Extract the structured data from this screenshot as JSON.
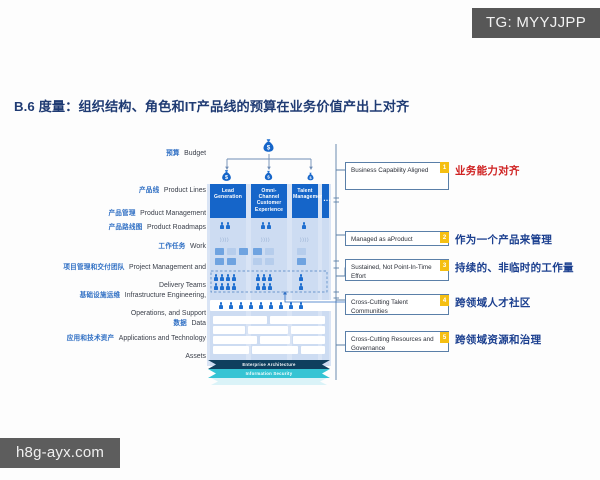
{
  "watermarks": {
    "telegram": "TG: MYYJJPP",
    "site": "h8g-ayx.com"
  },
  "slide": {
    "title": "B.6 度量：组织结构、角色和IT产品线的预算在业务价值产出上对齐",
    "title_color": "#1f3b73"
  },
  "left_labels": [
    {
      "cn": "预算",
      "en": "Budget"
    },
    {
      "cn": "产品线",
      "en": "Product Lines"
    },
    {
      "cn": "产品管理",
      "en": "Product Management"
    },
    {
      "cn": "产品路线图",
      "en": "Product Roadmaps"
    },
    {
      "cn": "工作任务",
      "en": "Work"
    },
    {
      "cn": "项目管理和交付团队",
      "en": "Project Management and Delivery Teams"
    },
    {
      "cn": "基础设施运维",
      "en": "Infrastructure Engineering, Operations, and Support"
    },
    {
      "cn": "数据",
      "en": "Data"
    },
    {
      "cn": "应用和技术资产",
      "en": "Applications and Technology Assets"
    }
  ],
  "diagram": {
    "columns": [
      {
        "label": "Lead Generation",
        "people": 2,
        "dots": "))))"
      },
      {
        "label": "Omni-Channel Customer Experience",
        "people": 2,
        "dots": "))))"
      },
      {
        "label": "Talent Management",
        "people": 1,
        "dots": "))))"
      },
      {
        "label": "…",
        "people": 0,
        "dots": ""
      }
    ],
    "foundation_bands": [
      {
        "label": "Enterprise Architecture",
        "color": "#0f3f5e"
      },
      {
        "label": "Information Security",
        "color": "#35c4d4"
      }
    ],
    "budget_icon": "money-bag-icon",
    "currency_symbol": "$"
  },
  "callouts": [
    {
      "num": "1",
      "en": "Business Capability Aligned",
      "cn": "业务能力对齐",
      "cn_color": "#cf2222"
    },
    {
      "num": "2",
      "en": "Managed as aProduct",
      "cn": "作为一个产品来管理",
      "cn_color": "#1b3f8f"
    },
    {
      "num": "3",
      "en": "Sustained, Not Point-In-Time Effort",
      "cn": "持续的、非临时的工作量",
      "cn_color": "#1b3f8f"
    },
    {
      "num": "4",
      "en": "Cross-Cutting Talent Communities",
      "cn": "跨领域人才社区",
      "cn_color": "#1b3f8f"
    },
    {
      "num": "5",
      "en": "Cross-Cutting Resources and Governance",
      "cn": "跨领域资源和治理",
      "cn_color": "#1b3f8f"
    }
  ]
}
